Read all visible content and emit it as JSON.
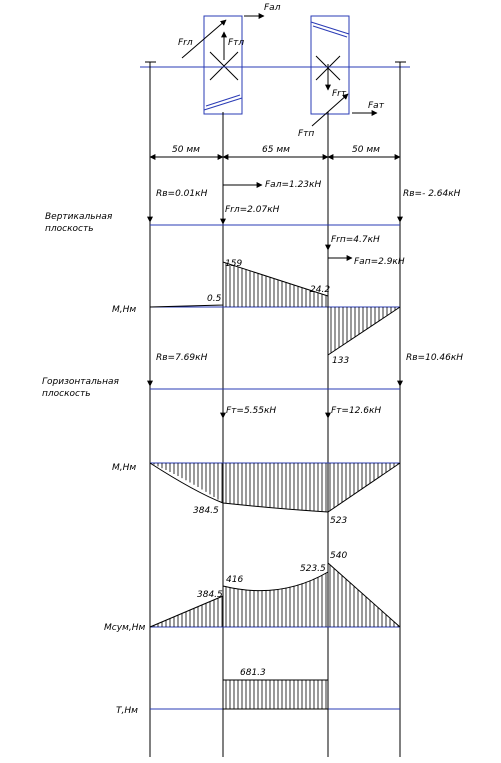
{
  "dimensions": {
    "seg1": "50 мм",
    "seg2": "65 мм",
    "seg3": "50 мм"
  },
  "forces_top": {
    "fa_left": "Fал",
    "fr_left": "Frл",
    "ft_left": "Fтл",
    "fr_right": "Frт",
    "fa_right": "Fат",
    "ft_right": "Fтп"
  },
  "vertical": {
    "title1": "Вертикальная",
    "title2": "плоскость",
    "ra": "Rв=0.01кН",
    "rb": "Rв=- 2.64кН",
    "fa1": "Fал=1.23кН",
    "fr1": "Frл=2.07кН",
    "fr2": "Frп=4.7кН",
    "fa2": "Fап=2.9кН",
    "m_label": "М,Нм",
    "v_159": "159",
    "v_05": "0.5",
    "v_242": "24.2",
    "v_133": "133"
  },
  "horizontal": {
    "title1": "Горизонтальная",
    "title2": "плоскость",
    "ra": "Rв=7.69кН",
    "rb": "Rв=10.46кН",
    "ft1": "Fт=5.55кН",
    "ft2": "Fт=12.6кН",
    "m_label": "М,Нм",
    "v_3845": "384.5",
    "v_523": "523"
  },
  "summary": {
    "m_label": "Мсум,Нм",
    "v_3845": "384.5",
    "v_416": "416",
    "v_5235": "523.5",
    "v_540": "540"
  },
  "torque": {
    "t_label": "Т,Нм",
    "v_6813": "681.3"
  },
  "colors": {
    "line": "#000000",
    "blue": "#2a3bb5"
  }
}
